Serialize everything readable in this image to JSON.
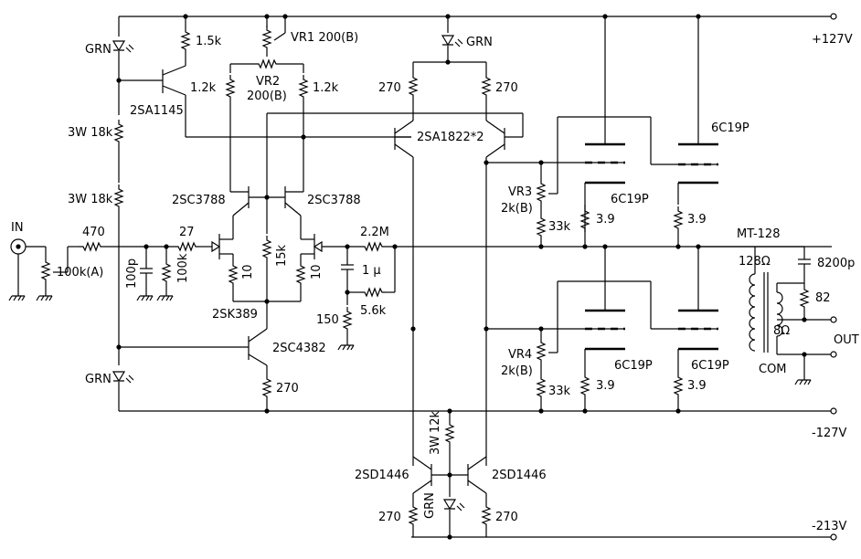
{
  "rails": {
    "top": "+127V",
    "neg": "-127V",
    "bottom": "-213V"
  },
  "io": {
    "input": "IN",
    "output": "OUT",
    "com": "COM"
  },
  "parts": {
    "led_grn_1": "GRN",
    "led_grn_2": "GRN",
    "led_grn_3": "GRN",
    "led_grn_4": "GRN",
    "r_1k5": "1.5k",
    "vr1": "VR1 200(B)",
    "vr2_a": "VR2",
    "vr2_b": "200(B)",
    "r_1k2_l": "1.2k",
    "r_1k2_r": "1.2k",
    "q_2sa1145": "2SA1145",
    "r_3w18k_1": "3W 18k",
    "r_3w18k_2": "3W 18k",
    "r_270_tl": "270",
    "r_270_tr": "270",
    "q_2sa1822": "2SA1822*2",
    "q_2sc3788_l": "2SC3788",
    "q_2sc3788_r": "2SC3788",
    "r_470": "470",
    "r_27": "27",
    "vr_100k": "100k(A)",
    "c_100p": "100p",
    "r_100k": "100k",
    "r_15k": "15k",
    "r_10_l": "10",
    "r_10_r": "10",
    "q_2sk389": "2SK389",
    "r_2m2": "2.2M",
    "c_1u": "1 μ",
    "r_5k6": "5.6k",
    "r_150": "150",
    "q_2sc4382": "2SC4382",
    "r_270_m": "270",
    "vr3_a": "VR3",
    "vr3_b": "2k(B)",
    "r_33k_1": "33k",
    "vr4_a": "VR4",
    "vr4_b": "2k(B)",
    "r_33k_2": "33k",
    "tube_1": "6C19P",
    "tube_2": "6C19P",
    "tube_3": "6C19P",
    "tube_4": "6C19P",
    "r_3r9_1": "3.9",
    "r_3r9_2": "3.9",
    "r_3r9_3": "3.9",
    "r_3r9_4": "3.9",
    "xfmr": "MT-128",
    "xfmr_pri": "128Ω",
    "xfmr_sec": "8Ω",
    "c_8200p": "8200p",
    "r_82": "82",
    "r_3w12k_a": "3W",
    "r_3w12k_b": "12k",
    "q_2sd1446_l": "2SD1446",
    "q_2sd1446_r": "2SD1446",
    "r_270_bl": "270",
    "r_270_br": "270"
  }
}
